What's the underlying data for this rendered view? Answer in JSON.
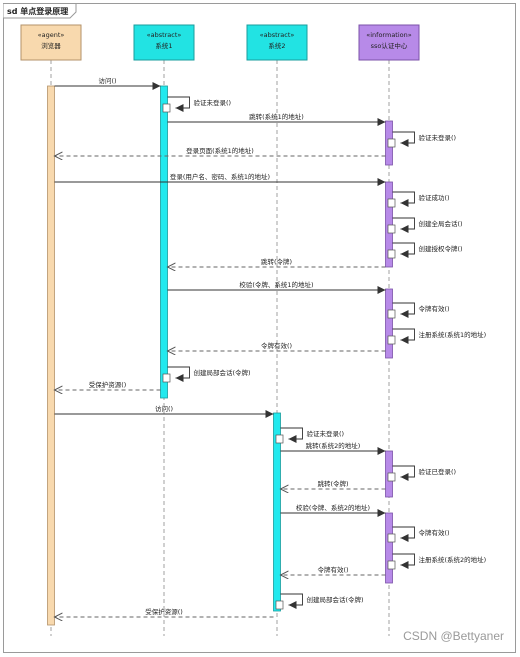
{
  "frame": {
    "title": "sd 单点登录原理"
  },
  "lifelines": [
    {
      "id": "browser",
      "stereotype": "«agent»",
      "name": "浏览器",
      "fill": "#f8d9ae",
      "stroke": "#b3926a",
      "act_fill": "#f8d9ae"
    },
    {
      "id": "sys1",
      "stereotype": "«abstract»",
      "name": "系统1",
      "fill": "#22e3e3",
      "stroke": "#1a9c9c",
      "act_fill": "#22e9ee"
    },
    {
      "id": "sys2",
      "stereotype": "«abstract»",
      "name": "系统2",
      "fill": "#22e3e3",
      "stroke": "#1a9c9c",
      "act_fill": "#22e9ee"
    },
    {
      "id": "sso",
      "stereotype": "«information»",
      "name": "sso认证中心",
      "fill": "#b78ae8",
      "stroke": "#7b52a8",
      "act_fill": "#b78ae8"
    }
  ],
  "messages": [
    {
      "from": "browser",
      "to": "sys1",
      "label": "访问()",
      "type": "sync"
    },
    {
      "from": "sys1",
      "to": "sys1",
      "label": "验证未登录()",
      "type": "self"
    },
    {
      "from": "sys1",
      "to": "sso",
      "label": "跳转(系统1的地址)",
      "type": "sync"
    },
    {
      "from": "sso",
      "to": "sso",
      "label": "验证未登录()",
      "type": "self"
    },
    {
      "from": "sso",
      "to": "browser",
      "label": "登录页面(系统1的地址)",
      "type": "return"
    },
    {
      "from": "browser",
      "to": "sso",
      "label": "登录(用户名、密码、系统1的地址)",
      "type": "sync"
    },
    {
      "from": "sso",
      "to": "sso",
      "label": "验证成功()",
      "type": "self"
    },
    {
      "from": "sso",
      "to": "sso",
      "label": "创建全局会话()",
      "type": "self"
    },
    {
      "from": "sso",
      "to": "sso",
      "label": "创建授权令牌()",
      "type": "self"
    },
    {
      "from": "sso",
      "to": "sys1",
      "label": "跳转(令牌)",
      "type": "return"
    },
    {
      "from": "sys1",
      "to": "sso",
      "label": "校验(令牌、系统1的地址)",
      "type": "sync"
    },
    {
      "from": "sso",
      "to": "sso",
      "label": "令牌有效()",
      "type": "self"
    },
    {
      "from": "sso",
      "to": "sso",
      "label": "注册系统(系统1的地址)",
      "type": "self"
    },
    {
      "from": "sso",
      "to": "sys1",
      "label": "令牌有效()",
      "type": "return"
    },
    {
      "from": "sys1",
      "to": "sys1",
      "label": "创建局部会话(令牌)",
      "type": "self"
    },
    {
      "from": "sys1",
      "to": "browser",
      "label": "受保护资源()",
      "type": "return"
    },
    {
      "from": "browser",
      "to": "sys2",
      "label": "访问()",
      "type": "sync"
    },
    {
      "from": "sys2",
      "to": "sys2",
      "label": "验证未登录()",
      "type": "self"
    },
    {
      "from": "sys2",
      "to": "sso",
      "label": "跳转(系统2的地址)",
      "type": "sync"
    },
    {
      "from": "sso",
      "to": "sso",
      "label": "验证已登录()",
      "type": "self"
    },
    {
      "from": "sso",
      "to": "sys2",
      "label": "跳转(令牌)",
      "type": "return"
    },
    {
      "from": "sys2",
      "to": "sso",
      "label": "校验(令牌、系统2的地址)",
      "type": "sync"
    },
    {
      "from": "sso",
      "to": "sso",
      "label": "令牌有效()",
      "type": "self"
    },
    {
      "from": "sso",
      "to": "sso",
      "label": "注册系统(系统2的地址)",
      "type": "self"
    },
    {
      "from": "sso",
      "to": "sys2",
      "label": "令牌有效()",
      "type": "return"
    },
    {
      "from": "sys2",
      "to": "sys2",
      "label": "创建局部会话(令牌)",
      "type": "self"
    },
    {
      "from": "sys2",
      "to": "browser",
      "label": "受保护资源()",
      "type": "return"
    }
  ],
  "watermark": "CSDN @Bettyaner"
}
